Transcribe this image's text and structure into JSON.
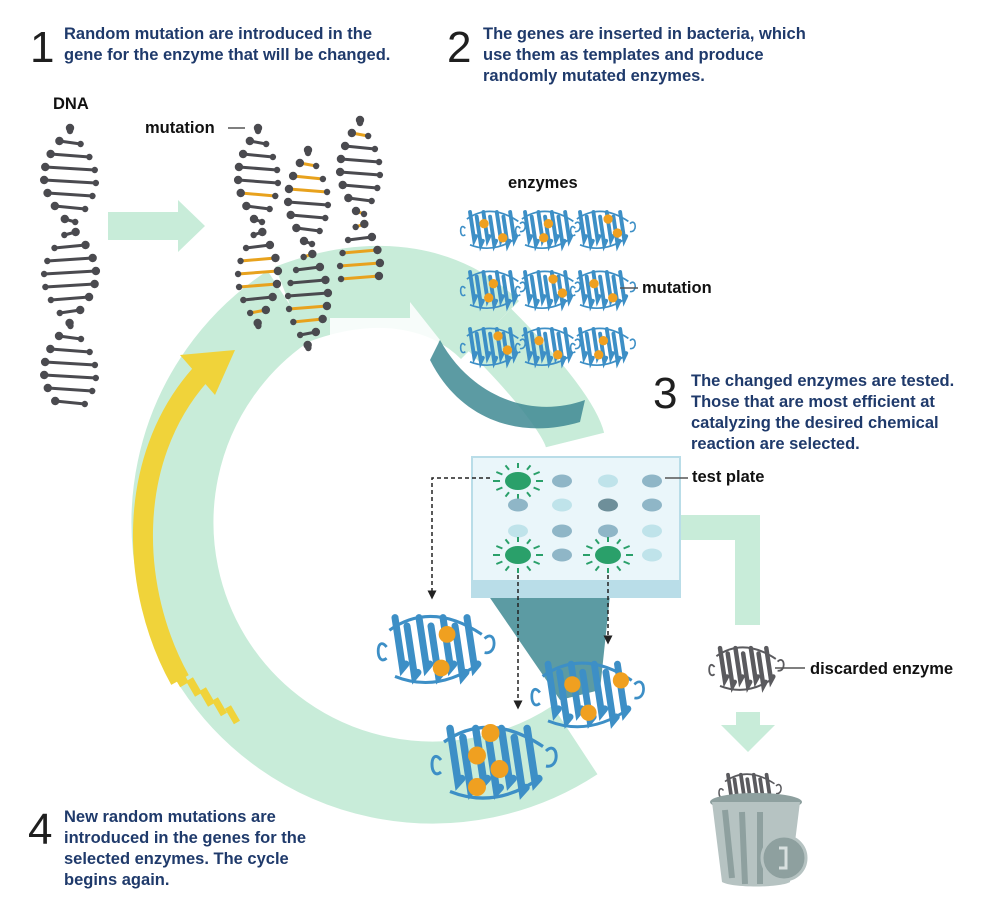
{
  "steps": [
    {
      "number": "1",
      "lines": [
        "Random mutation are introduced in the",
        "gene for the enzyme that will be changed."
      ]
    },
    {
      "number": "2",
      "lines": [
        "The genes are inserted in bacteria, which",
        "use them as templates and produce",
        "randomly mutated enzymes."
      ]
    },
    {
      "number": "3",
      "lines": [
        "The changed enzymes are tested.",
        "Those that are most efficient at",
        "catalyzing the desired chemical",
        "reaction are selected."
      ]
    },
    {
      "number": "4",
      "lines": [
        "New random mutations are",
        "introduced in the genes for the",
        "selected enzymes. The cycle",
        "begins again."
      ]
    }
  ],
  "labels": {
    "dna": "DNA",
    "mutation_dna": "mutation",
    "enzymes": "enzymes",
    "mutation_enzyme": "mutation",
    "test_plate": "test plate",
    "discarded_enzyme": "discarded enzyme"
  },
  "colors": {
    "cycle_arrow": "#c8ecd9",
    "new_cycle_arrow": "#f0d33a",
    "dna_strand": "#4a4a4f",
    "mutation_rung": "#e8a21d",
    "enzyme": "#3d8fc6",
    "mutation_site": "#f0a020",
    "selection_beam": "#3f8a93",
    "test_plate": "#dff1f6",
    "active_well": "#2aa06a",
    "discarded": "#5a5a5e",
    "bin": "#b6c3c2",
    "step_text": "#1f3a6b"
  },
  "icons": [
    "dna-helix",
    "protein-ribbon",
    "test-plate",
    "trash-bin"
  ]
}
